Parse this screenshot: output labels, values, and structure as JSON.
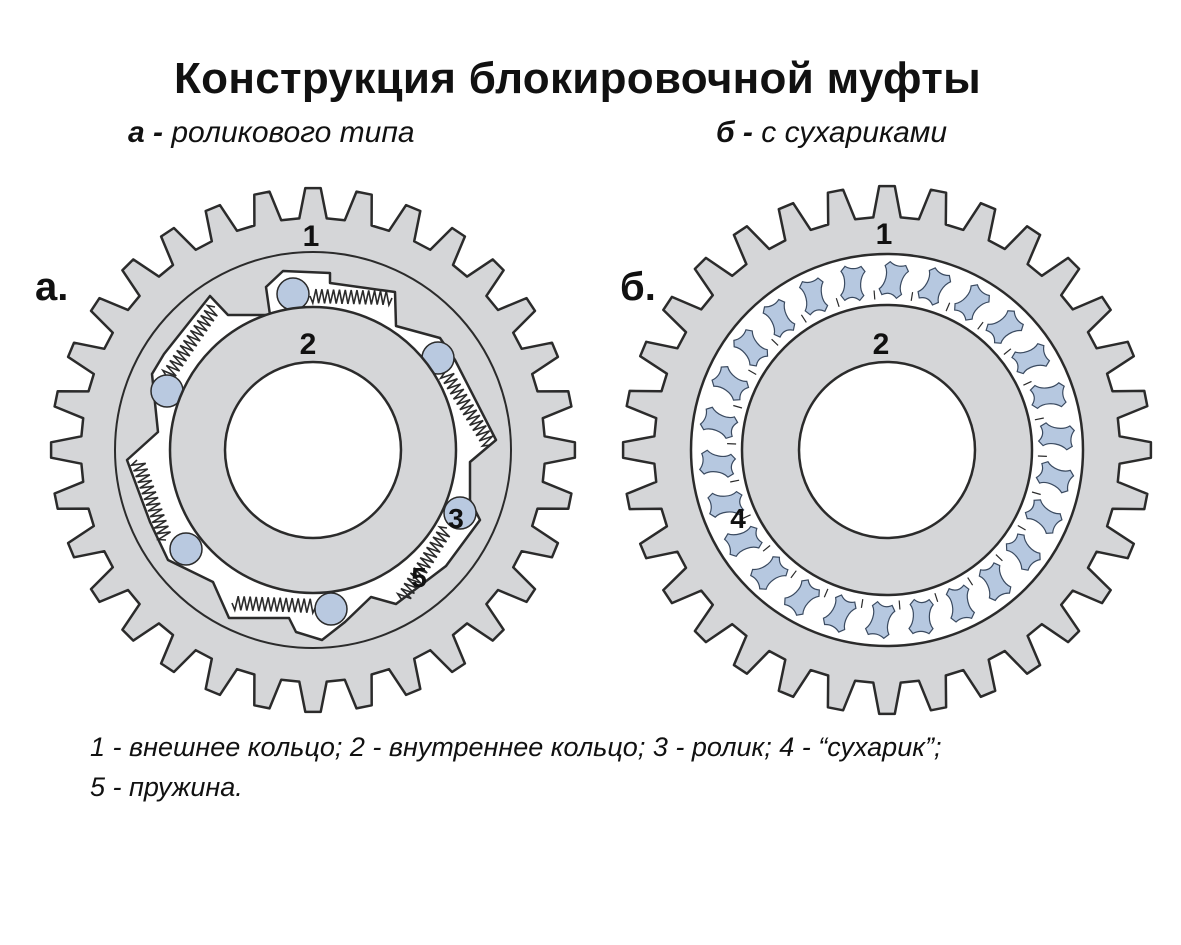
{
  "title": "Конструкция блокировочной муфты",
  "subtitles": {
    "a_prefix": "а -",
    "a_text": " роликового типа",
    "b_prefix": "б -",
    "b_text": " с сухариками"
  },
  "diagram_a": {
    "letter": "а.",
    "label_outer": "1",
    "label_inner": "2",
    "label_roller": "3",
    "label_spring": "5"
  },
  "diagram_b": {
    "letter": "б.",
    "label_outer": "1",
    "label_inner": "2",
    "label_sprag": "4"
  },
  "legend": {
    "line1": "1 - внешнее кольцо; 2 - внутреннее кольцо; 3 - ролик; 4 - “сухарик”;",
    "line2": "5 - пружина."
  },
  "colors": {
    "metal": "#d5d6d8",
    "outline": "#2b2b2b",
    "roller": "#b9c9e0",
    "sprag": "#b6c8e0",
    "background": "#ffffff"
  }
}
